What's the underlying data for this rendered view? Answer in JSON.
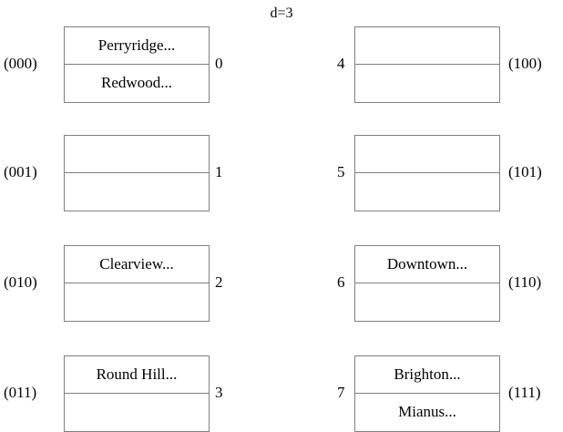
{
  "title": "d=3",
  "style": {
    "border_color": "#808080",
    "text_color": "#000000",
    "background": "#ffffff"
  },
  "buckets": [
    {
      "index_label": "0",
      "hash_label": "(000)",
      "column": "left",
      "row": 0,
      "entries": [
        "Perryridge...",
        "Redwood..."
      ],
      "slot_count": 2
    },
    {
      "index_label": "1",
      "hash_label": "(001)",
      "column": "left",
      "row": 1,
      "entries": [
        "",
        ""
      ],
      "slot_count": 2
    },
    {
      "index_label": "2",
      "hash_label": "(010)",
      "column": "left",
      "row": 2,
      "entries": [
        "Clearview...",
        ""
      ],
      "slot_count": 2
    },
    {
      "index_label": "3",
      "hash_label": "(011)",
      "column": "left",
      "row": 3,
      "entries": [
        "Round Hill...",
        ""
      ],
      "slot_count": 2
    },
    {
      "index_label": "4",
      "hash_label": "(100)",
      "column": "right",
      "row": 0,
      "entries": [
        "",
        ""
      ],
      "slot_count": 2
    },
    {
      "index_label": "5",
      "hash_label": "(101)",
      "column": "right",
      "row": 1,
      "entries": [
        "",
        ""
      ],
      "slot_count": 2
    },
    {
      "index_label": "6",
      "hash_label": "(110)",
      "column": "right",
      "row": 2,
      "entries": [
        "Downtown...",
        ""
      ],
      "slot_count": 2
    },
    {
      "index_label": "7",
      "hash_label": "(111)",
      "column": "right",
      "row": 3,
      "entries": [
        "Brighton...",
        "Mianus..."
      ],
      "slot_count": 2
    }
  ]
}
